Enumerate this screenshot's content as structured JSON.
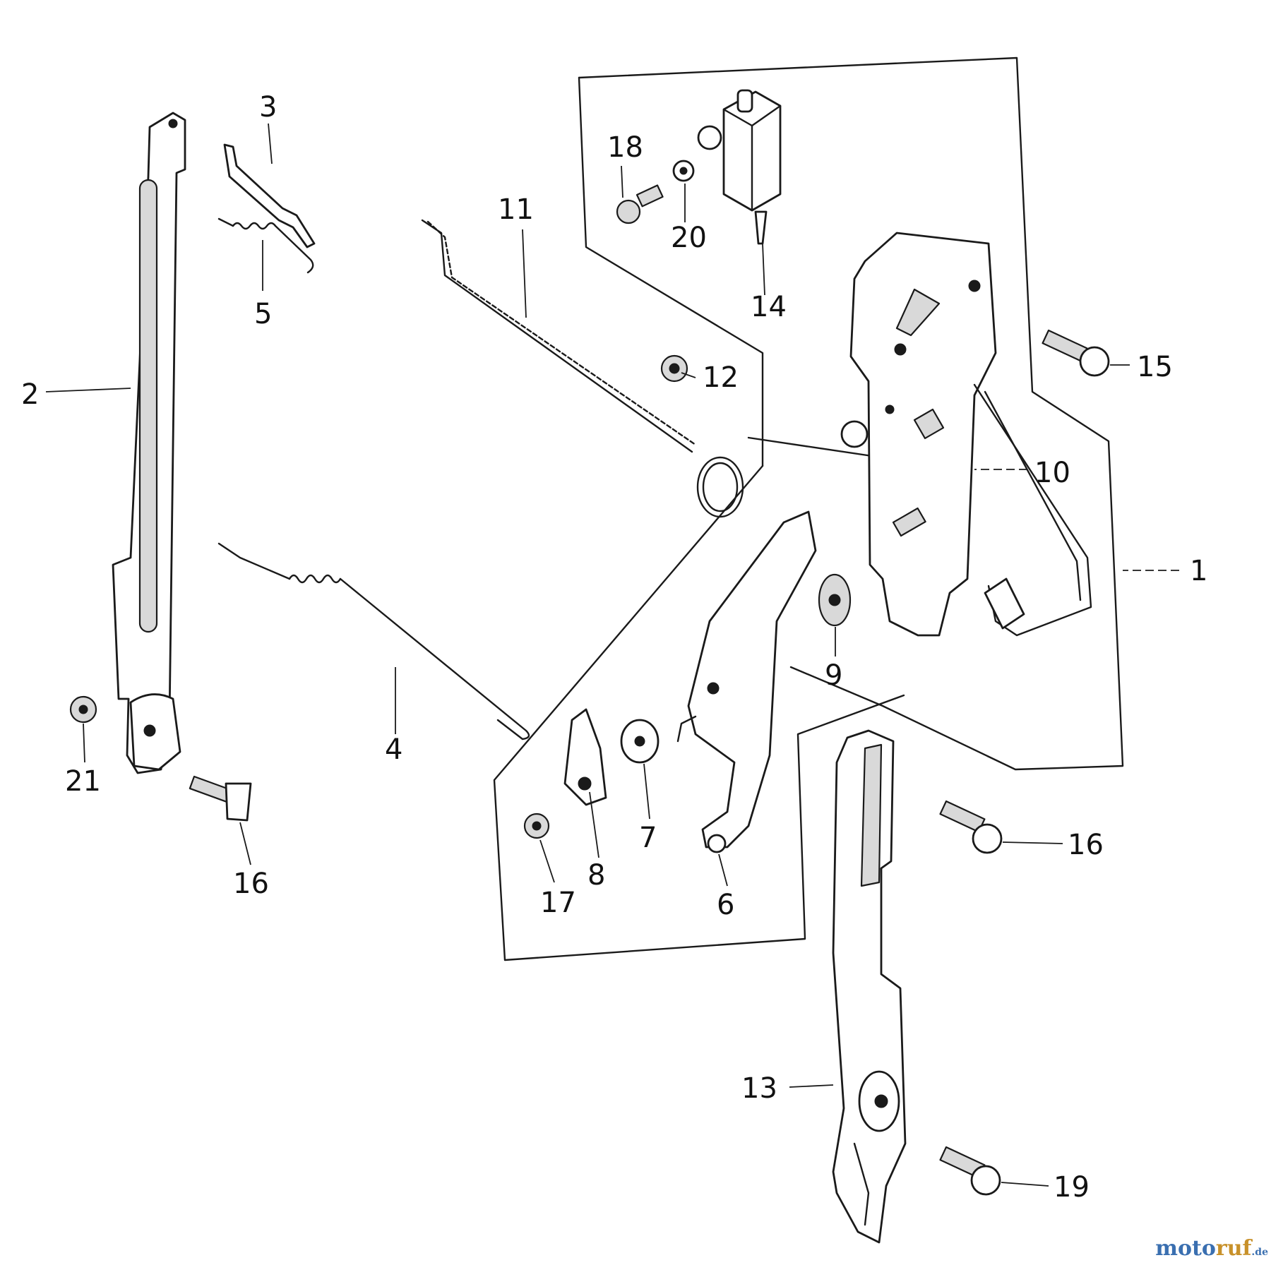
{
  "diagram": {
    "callouts": [
      "1",
      "2",
      "3",
      "4",
      "5",
      "6",
      "7",
      "8",
      "9",
      "10",
      "11",
      "12",
      "13",
      "14",
      "15",
      "16",
      "16",
      "17",
      "18",
      "19",
      "20",
      "21"
    ]
  },
  "watermark": {
    "part1": "moto",
    "part2": "ruf",
    "suffix": ".de"
  }
}
